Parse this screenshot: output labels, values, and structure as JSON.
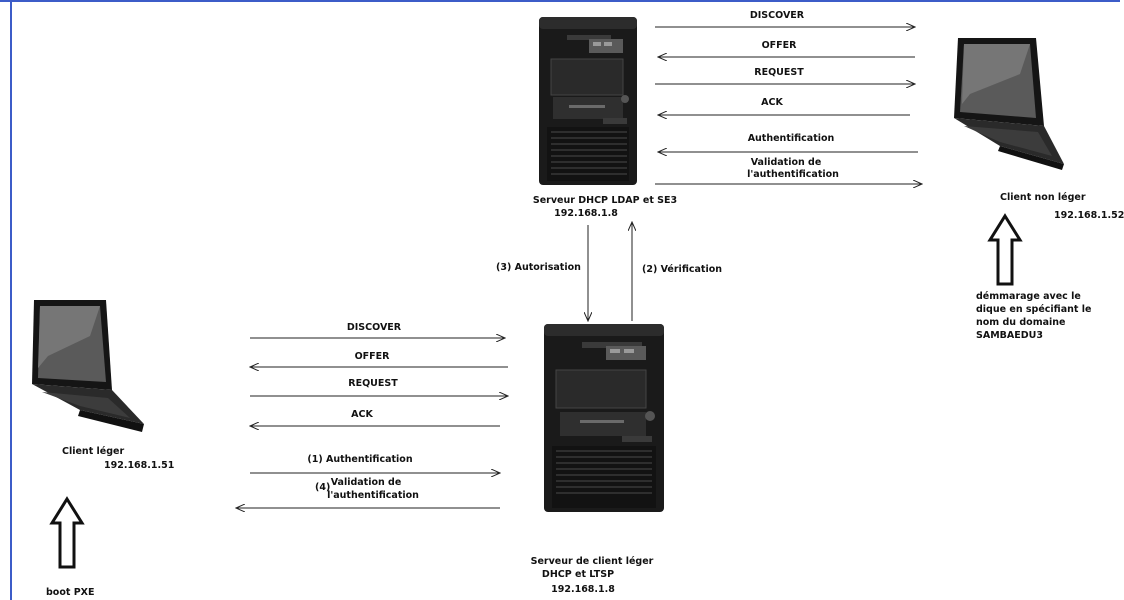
{
  "top_exchange": {
    "discover": "DISCOVER",
    "offer": "OFFER",
    "request": "REQUEST",
    "ack": "ACK",
    "authentification": "Authentification",
    "validation_line1": "Validation de",
    "validation_line2": "l'authentification"
  },
  "bottom_exchange": {
    "discover": "DISCOVER",
    "offer": "OFFER",
    "request": "REQUEST",
    "ack": "ACK",
    "authentification": "(1) Authentification",
    "validation_num": "(4)",
    "validation_line1": "Validation de",
    "validation_line2": "l'authentification"
  },
  "server_top": {
    "label_line1": "Serveur DHCP  LDAP  et SE3",
    "ip": "192.168.1.8"
  },
  "server_bottom": {
    "label_line1": "Serveur de client léger",
    "label_line2": "DHCP  et   LTSP",
    "ip": "192.168.1.8"
  },
  "vertical": {
    "autorisation": "(3) Autorisation",
    "verification": "(2) Vérification"
  },
  "client_thin": {
    "label": "Client léger",
    "ip": "192.168.1.51",
    "boot": "boot PXE"
  },
  "client_full": {
    "label": "Client non léger",
    "ip": "192.168.1.52",
    "note": "démmarage avec le dique en spécifiant le nom du domaine SAMBAEDU3"
  },
  "icons": {
    "server": "tower-server-icon",
    "laptop": "laptop-icon",
    "up_arrow": "hollow-up-arrow-icon"
  }
}
